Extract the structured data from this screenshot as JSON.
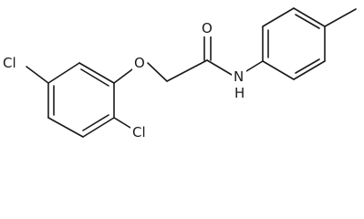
{
  "molecule": {
    "atoms": {
      "cl_left": "Cl",
      "cl_bottom": "Cl",
      "ether_oxygen": "O",
      "carbonyl_oxygen": "O",
      "amide_nitrogen": "N",
      "amide_hydrogen": "H"
    },
    "colors": {
      "bond": "#1a1a1a",
      "label": "#1a1a1a",
      "background": "#ffffff"
    }
  }
}
